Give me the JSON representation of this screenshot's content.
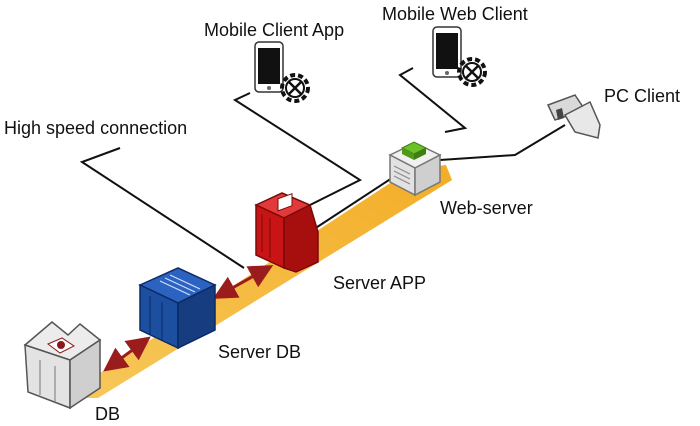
{
  "labels": {
    "mobile_client_app": "Mobile Client App",
    "mobile_web_client": "Mobile Web Client",
    "pc_client": "PC Client",
    "high_speed_connection": "High speed connection",
    "web_server": "Web-server",
    "server_app": "Server APP",
    "server_db": "Server DB",
    "db": "DB"
  },
  "colors": {
    "beam": "#f2a91c",
    "arrow": "#9b1c1c",
    "server_app": "#c81414",
    "server_db": "#1c4fa0",
    "web_server_top": "#6cc02a",
    "line": "#111111"
  },
  "icons": {
    "phone": "smartphone-icon",
    "gear": "gear-tools-icon",
    "pc": "pc-client-icon",
    "web_server": "web-server-icon",
    "server_app": "server-app-icon",
    "server_db": "server-db-icon",
    "db": "database-icon"
  }
}
